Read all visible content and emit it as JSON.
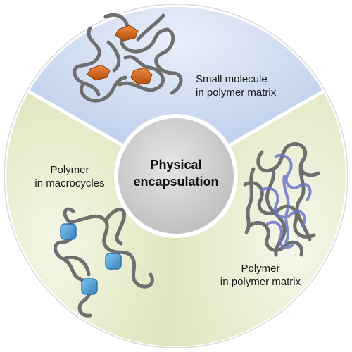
{
  "center": {
    "line1": "Physical",
    "line2": "encapsulation"
  },
  "sectors": [
    {
      "line1": "Small molecule",
      "line2": "in polymer matrix"
    },
    {
      "line1": "Polymer",
      "line2": "in macrocycles"
    },
    {
      "line1": "Polymer",
      "line2": "in polymer matrix"
    }
  ],
  "colors": {
    "top_sector": "#d4dff1",
    "left_sector": "#ebf0d6",
    "right_sector": "#edf1dc",
    "center_disc": "#cfcfcf",
    "polymer_chain": "#6f6f6f",
    "small_molecule": "#d0651c",
    "macrocycle": "#4c9fd6",
    "entangled_polymer": "#6b78c8"
  }
}
